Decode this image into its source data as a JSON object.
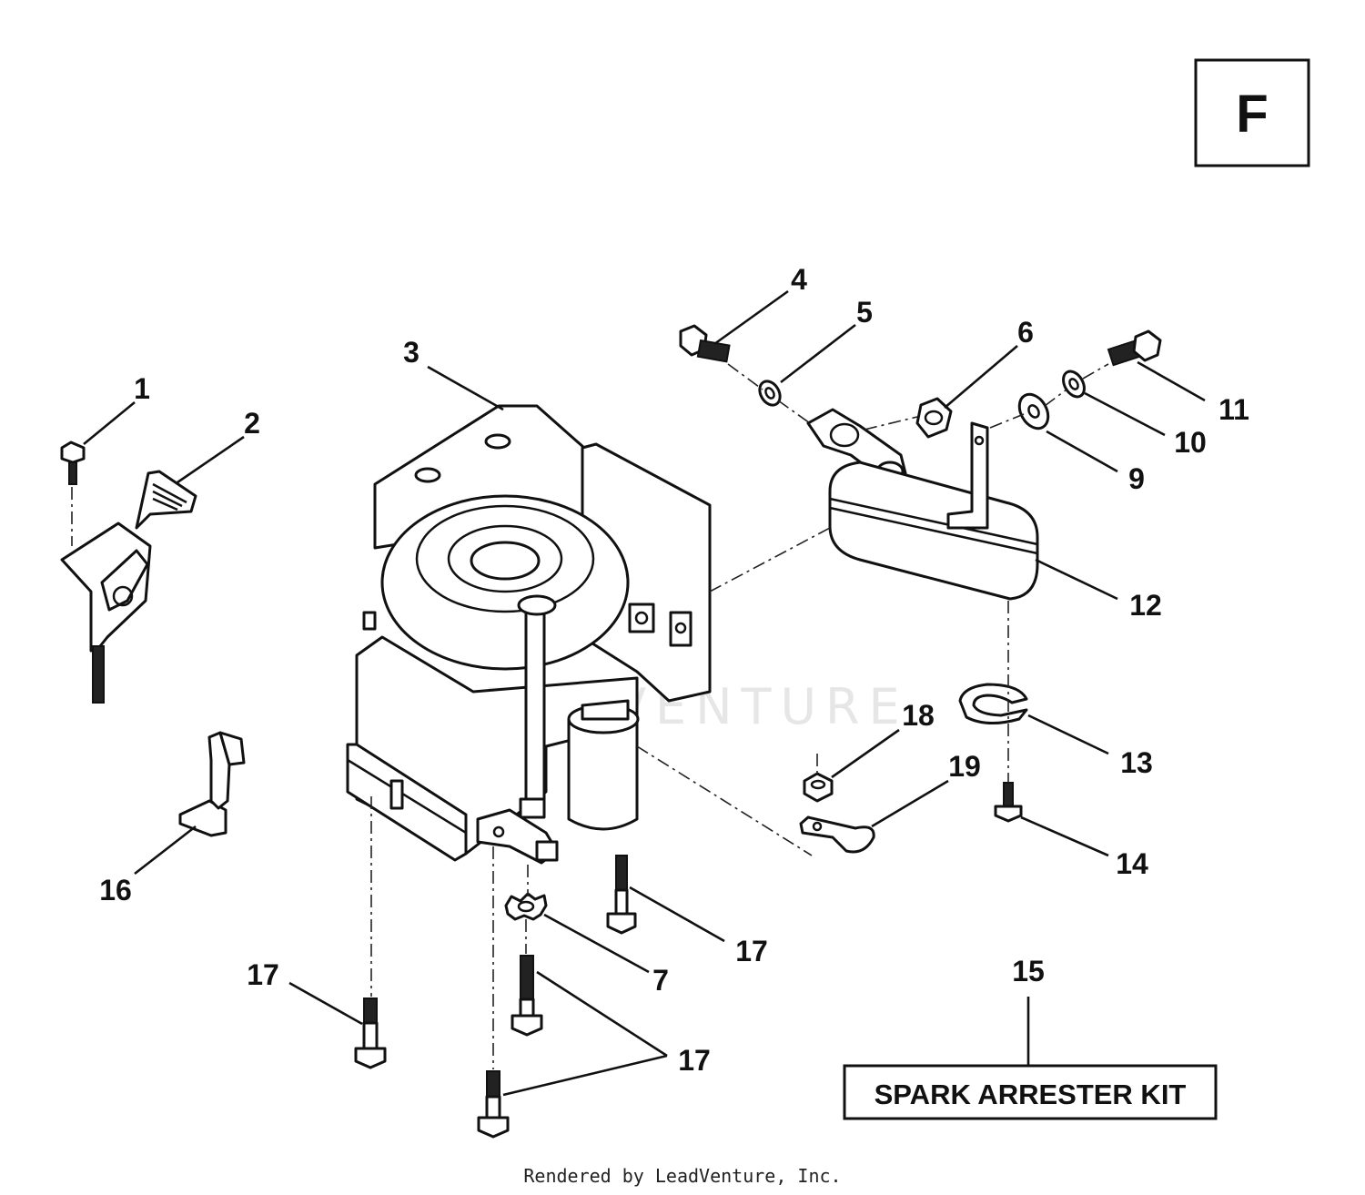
{
  "section_letter": "F",
  "watermark": "LEADVENTURE",
  "footer": "Rendered by LeadVenture, Inc.",
  "kit_label": "SPARK ARRESTER KIT",
  "callouts": {
    "c1": "1",
    "c2": "2",
    "c3": "3",
    "c4": "4",
    "c5": "5",
    "c6": "6",
    "c7": "7",
    "c9": "9",
    "c10": "10",
    "c11": "11",
    "c12": "12",
    "c13": "13",
    "c14": "14",
    "c15": "15",
    "c16": "16",
    "c17a": "17",
    "c17b": "17",
    "c17c": "17",
    "c18": "18",
    "c19": "19"
  }
}
